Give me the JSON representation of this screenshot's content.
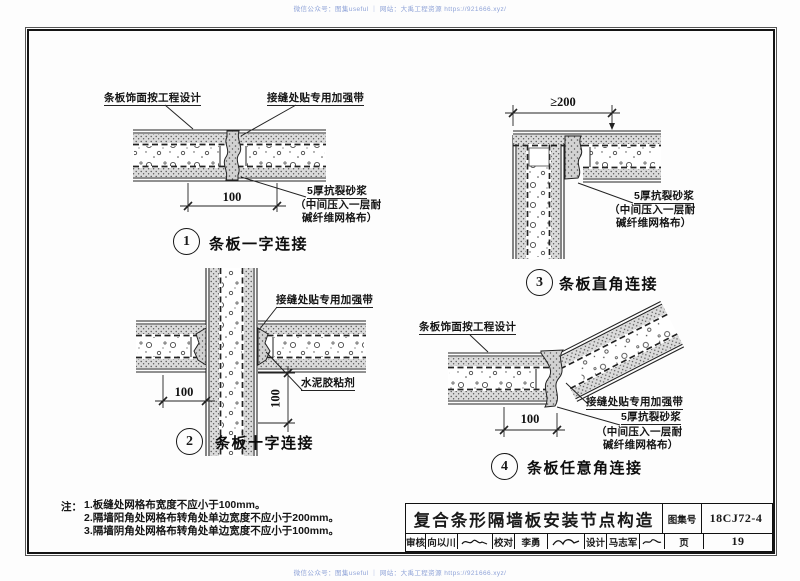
{
  "watermark": {
    "text": "微信公众号：图集useful ｜ 网站：大禹工程资源 https://921666.xyz/"
  },
  "details": [
    {
      "num": "1",
      "title": "条板一字连接",
      "labels": {
        "finish": "条板饰面按工程设计",
        "tape": "接缝处贴专用加强带",
        "mortar1": "5厚抗裂砂浆",
        "mortar2": "（中间压入一层耐",
        "mortar3": "碱纤维网格布）"
      },
      "dims": {
        "joint_width": "100"
      }
    },
    {
      "num": "2",
      "title": "条板十字连接",
      "labels": {
        "tape": "接缝处贴专用加强带",
        "adhesive": "水泥胶粘剂"
      },
      "dims": {
        "horizontal": "100",
        "vertical": "100"
      }
    },
    {
      "num": "3",
      "title": "条板直角连接",
      "labels": {
        "mortar1": "5厚抗裂砂浆",
        "mortar2": "（中间压入一层耐",
        "mortar3": "碱纤维网格布）"
      },
      "dims": {
        "min_width": "≥200"
      }
    },
    {
      "num": "4",
      "title": "条板任意角连接",
      "labels": {
        "finish": "条板饰面按工程设计",
        "tape": "接缝处贴专用加强带",
        "mortar1": "5厚抗裂砂浆",
        "mortar2": "（中间压入一层耐",
        "mortar3": "碱纤维网格布）"
      },
      "dims": {
        "joint_width": "100"
      }
    }
  ],
  "notes": {
    "prefix": "注：",
    "lines": [
      "1.板缝处网格布宽度不应小于100mm。",
      "2.隔墙阳角处网格布转角处单边宽度不应小于200mm。",
      "3.隔墙阴角处网格布转角处单边宽度不应小于100mm。"
    ]
  },
  "title_block": {
    "title": "复合条形隔墙板安装节点构造",
    "atlas_label": "图集号",
    "atlas_no": "18CJ72-4",
    "page_label": "页",
    "page_no": "19",
    "reviewer_label": "审核",
    "reviewer_name": "向以川",
    "checker_label": "校对",
    "checker_name": "李勇",
    "designer_label": "设计",
    "designer_name": "马志军"
  }
}
